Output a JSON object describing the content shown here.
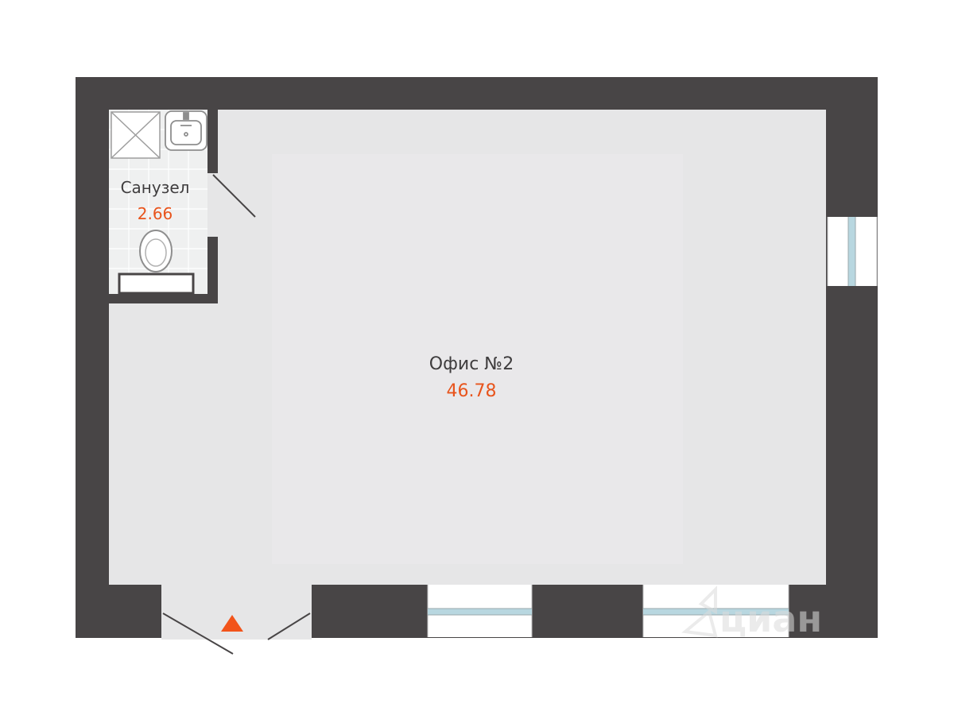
{
  "colors": {
    "wall": "#484546",
    "floor": "#e6e6e7",
    "floor_inner": "#e9e8ea",
    "bathroom_floor": "#eff0f0",
    "text": "#3f3d3e",
    "area": "#e8541c",
    "entrance_marker": "#f2541b",
    "glass": "#b8d7e0",
    "watermark": "#dcdcdc"
  },
  "rooms": {
    "bathroom": {
      "name": "Санузел",
      "area": "2.66"
    },
    "office": {
      "name": "Офис №2",
      "area": "46.78"
    }
  },
  "watermark": {
    "text": "циан"
  },
  "icons": [
    "shower-icon",
    "sink-icon",
    "toilet-icon",
    "entrance-arrow-icon"
  ]
}
